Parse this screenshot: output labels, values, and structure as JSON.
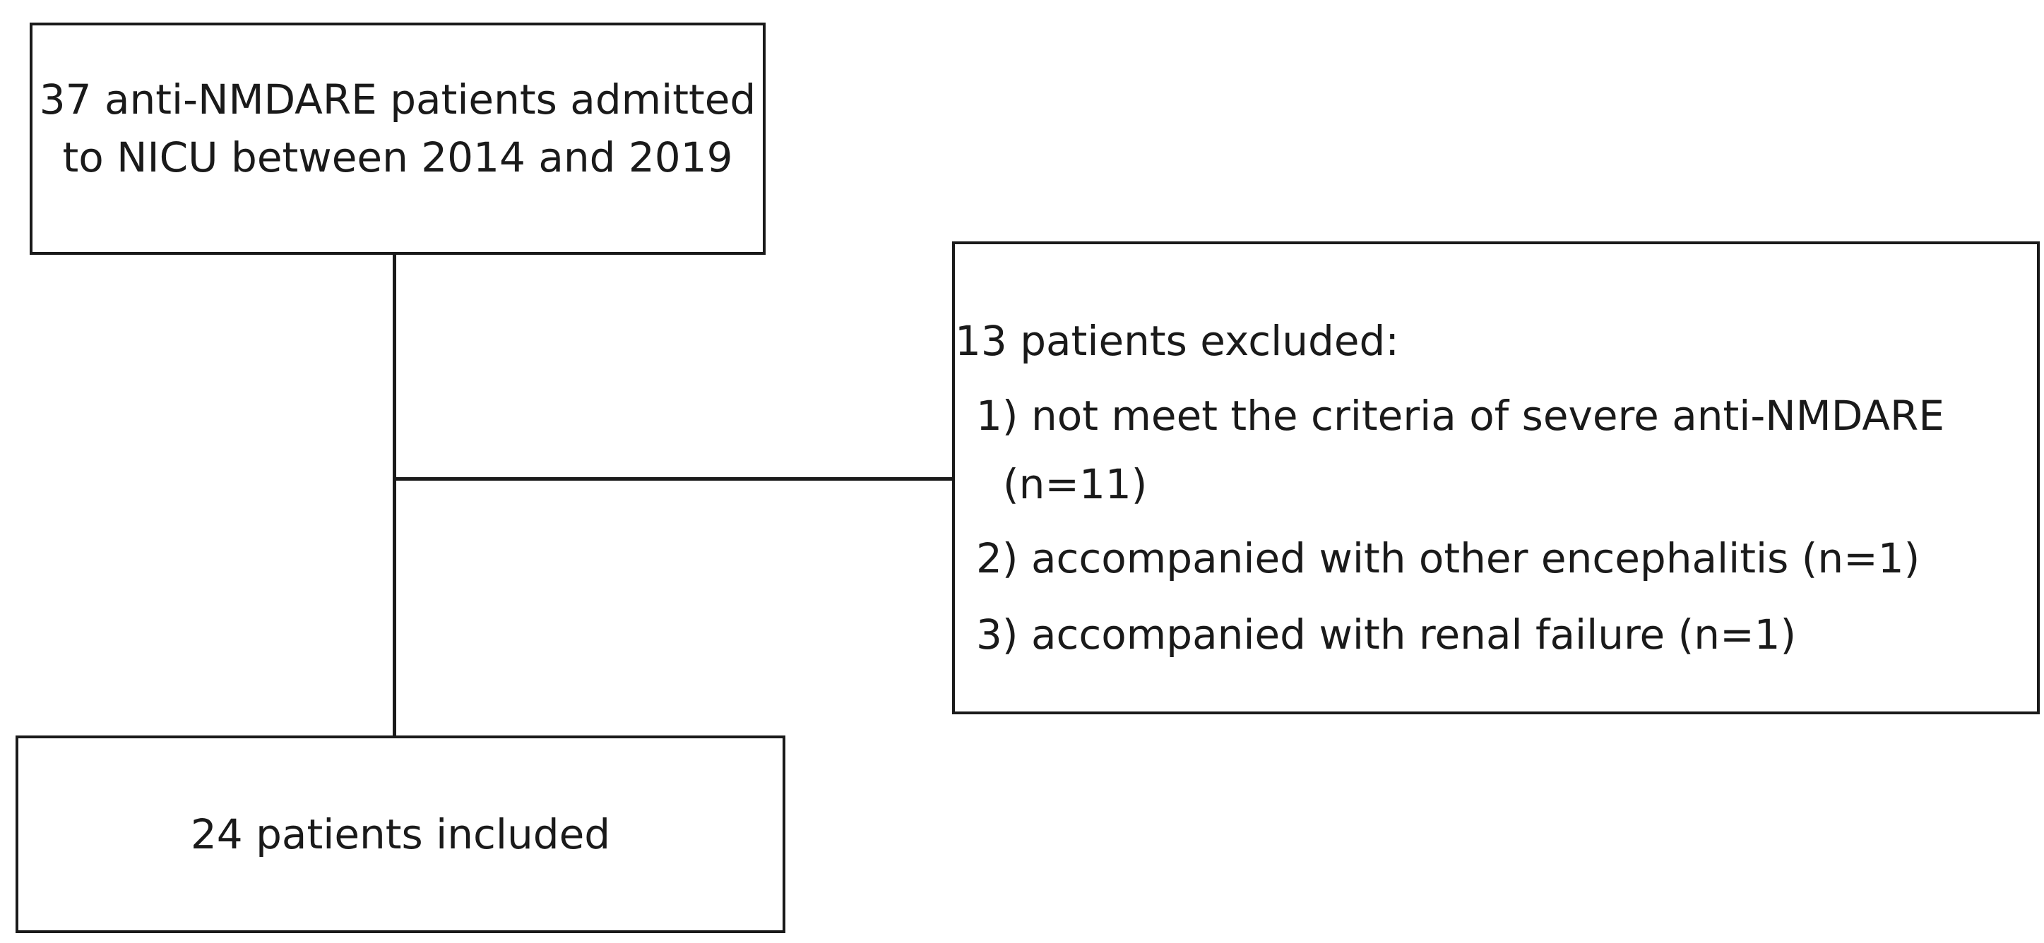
{
  "flowchart": {
    "start_box": {
      "line1": "37 anti-NMDARE patients admitted",
      "line2": "to NICU between 2014 and 2019"
    },
    "exclusion_box": {
      "heading": "13 patients excluded:",
      "item1_line1": "1) not meet the criteria of severe anti-NMDARE",
      "item1_line2": "(n=11)",
      "item2": "2) accompanied with other encephalitis (n=1)",
      "item3": "3) accompanied with renal failure (n=1)"
    },
    "end_box": {
      "text": "24 patients included"
    }
  }
}
